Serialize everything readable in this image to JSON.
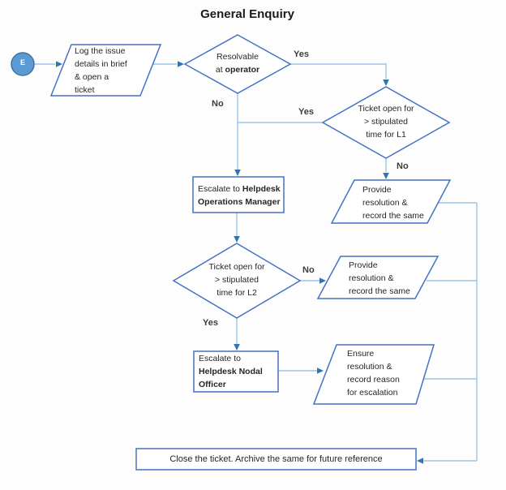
{
  "title": "General Enquiry",
  "nodes": {
    "start": {
      "label": "E"
    },
    "log_ticket": {
      "text": "Log the issue\ndetails in brief\n& open a\nticket"
    },
    "resolvable": {
      "text_normal": "Resolvable\nat ",
      "text_bold": "operator"
    },
    "l1_open": {
      "text": "Ticket open for\n> stipulated\ntime for L1"
    },
    "escalate_ops": {
      "text_normal": "Escalate to ",
      "text_bold": "Helpdesk\nOperations Manager"
    },
    "provide_resolution_1": {
      "text": "Provide\nresolution &\nrecord the same"
    },
    "l2_open": {
      "text": "Ticket open for\n> stipulated\ntime for L2"
    },
    "provide_resolution_2": {
      "text": "Provide\nresolution &\nrecord the same"
    },
    "escalate_nodal": {
      "text_normal": "Escalate to\n",
      "text_bold": "Helpdesk Nodal\nOfficer"
    },
    "ensure_resolution": {
      "text": "Ensure\nresolution &\nrecord reason\nfor escalation"
    },
    "close_ticket": {
      "text": "Close the ticket. Archive the same for future reference"
    }
  },
  "edge_labels": {
    "resolvable_yes": "Yes",
    "resolvable_no": "No",
    "l1_yes": "Yes",
    "l1_no": "No",
    "l2_no": "No",
    "l2_yes": "Yes"
  },
  "colors": {
    "shape_border": "#4472C4",
    "connector_line": "#9DC3E6",
    "arrowhead": "#2E75B6",
    "start_fill": "#5B9BD5",
    "start_border": "#41719C",
    "text": "#262626"
  }
}
